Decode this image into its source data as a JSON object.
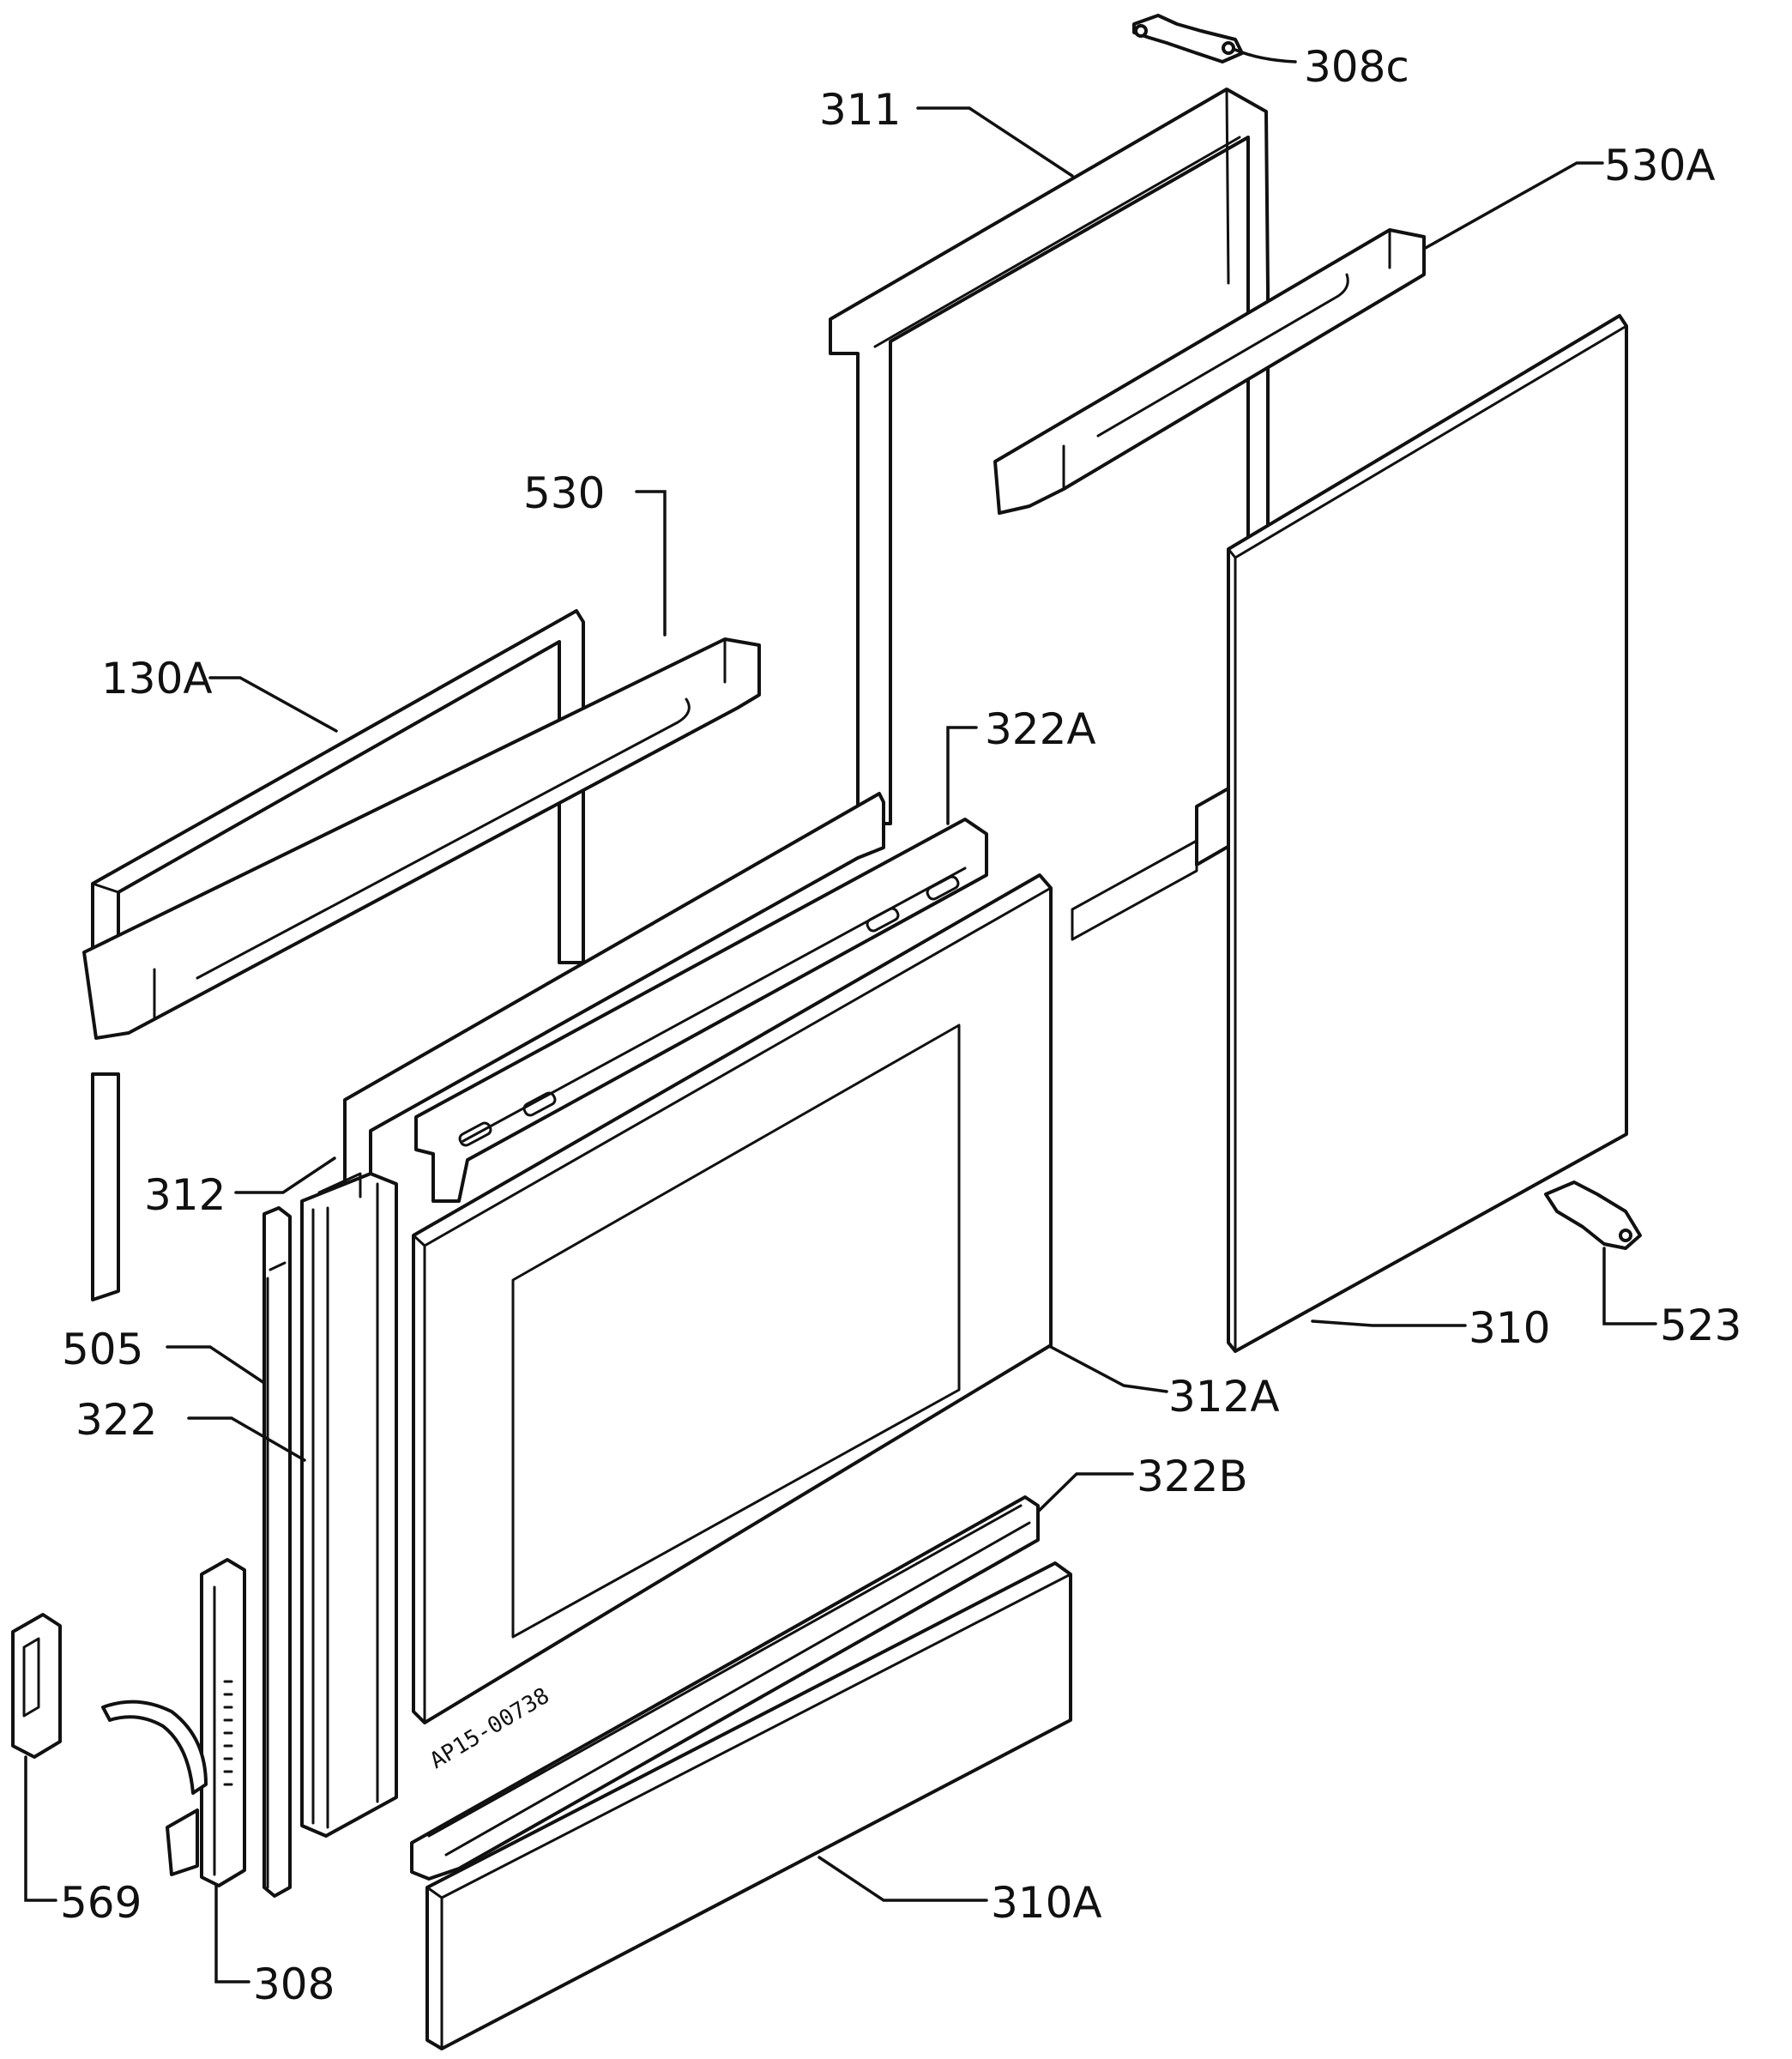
{
  "callouts": {
    "c308c": "308c",
    "c311": "311",
    "c530a": "530A",
    "c530": "530",
    "c130a": "130A",
    "c322a": "322A",
    "c312": "312",
    "c505": "505",
    "c322": "322",
    "c310": "310",
    "c523": "523",
    "c312a": "312A",
    "c322b": "322B",
    "c569": "569",
    "c310a": "310A",
    "c308": "308"
  },
  "stamp": "AP15-00738",
  "colors": {
    "ink": "#111111",
    "paper": "#ffffff"
  }
}
